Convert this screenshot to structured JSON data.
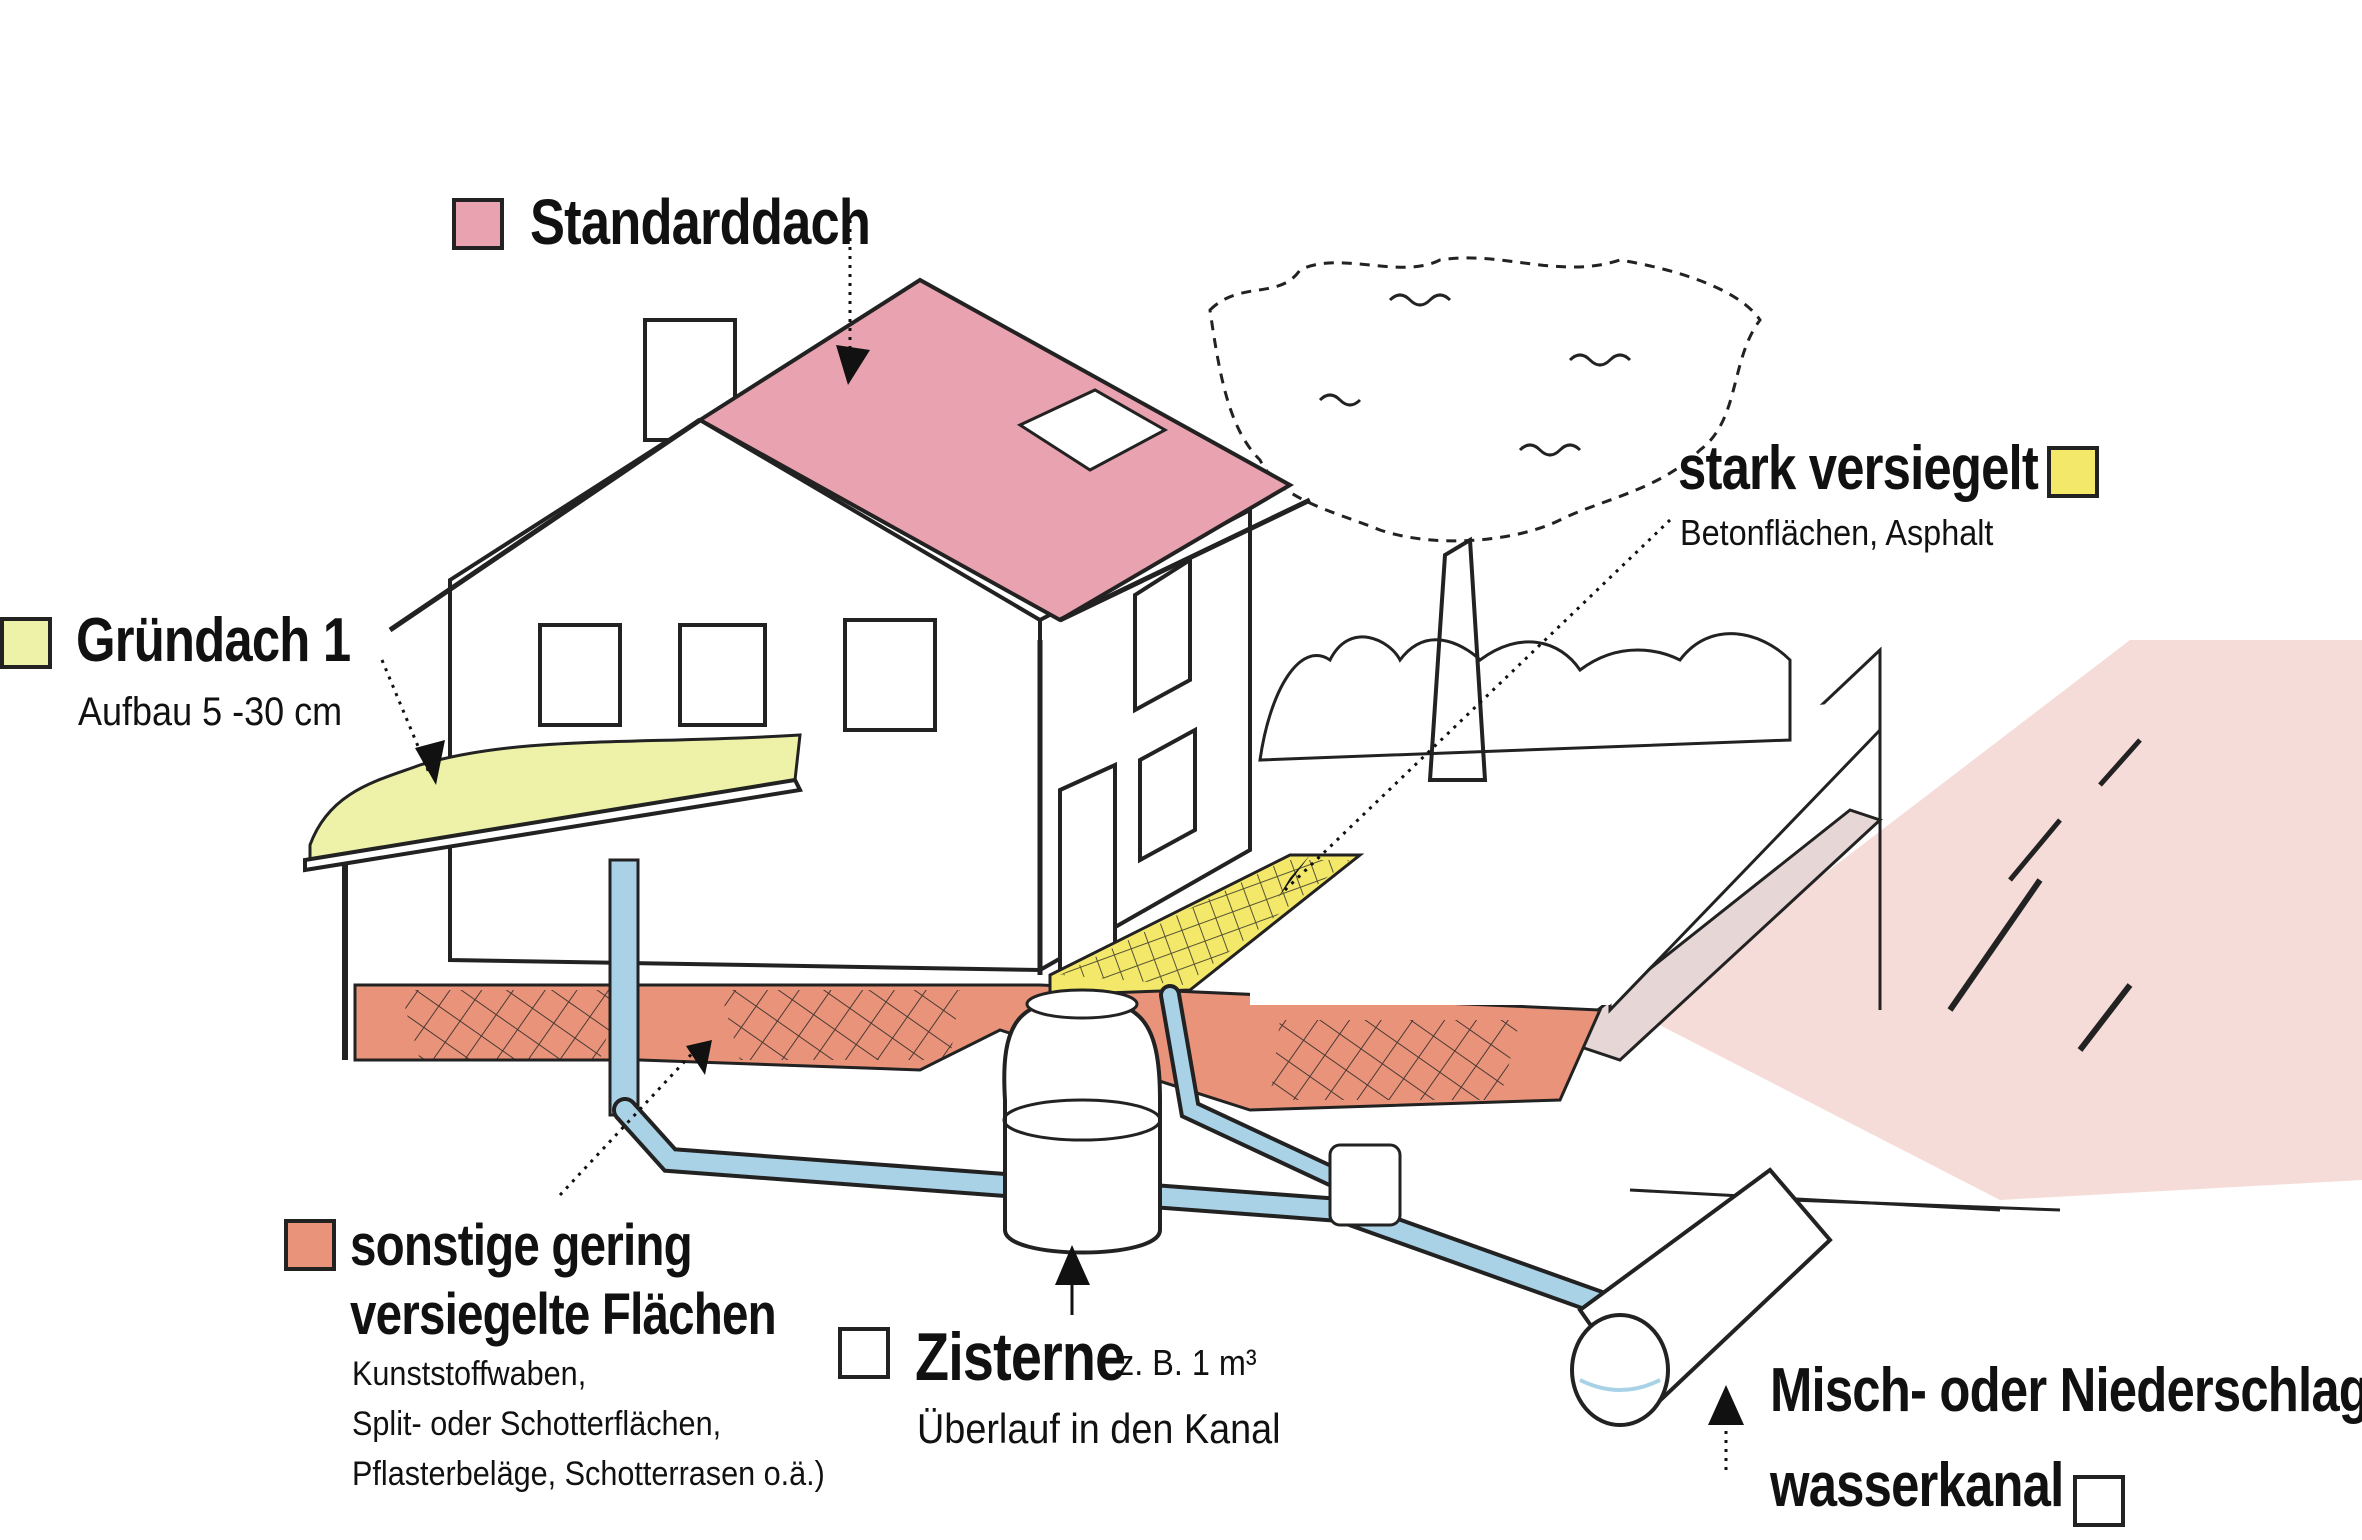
{
  "colors": {
    "roof": "#e8a2b0",
    "green_roof": "#eef2a8",
    "sealed_strong": "#f3e86a",
    "low_sealed": "#e9947a",
    "pipe": "#a9d2e6",
    "ink": "#1a1a1a",
    "road": "#f6dcd8"
  },
  "labels": {
    "standarddach": "Standarddach",
    "gruendach_title": "Gründach 1",
    "gruendach_sub": "Aufbau  5 -30 cm",
    "stark_title": "stark versiegelt",
    "stark_sub": "Betonflächen, Asphalt",
    "sonstige_line1": "sonstige gering",
    "sonstige_line2": "versiegelte Flächen",
    "sonstige_sub1": "Kunststoffwaben,",
    "sonstige_sub2": "Split- oder Schotterflächen,",
    "sonstige_sub3": "Pflasterbeläge, Schotterrasen o.ä.)",
    "zisterne_title": "Zisterne",
    "zisterne_size": "z. B. 1 m³",
    "zisterne_sub": "Überlauf in den Kanal",
    "kanal_line1": "Misch- oder Niederschlags-",
    "kanal_line2": "wasserkanal"
  },
  "icons": [
    "tree-icon",
    "house-icon",
    "cistern-icon",
    "sewer-pipe-icon",
    "arrow-icon"
  ]
}
